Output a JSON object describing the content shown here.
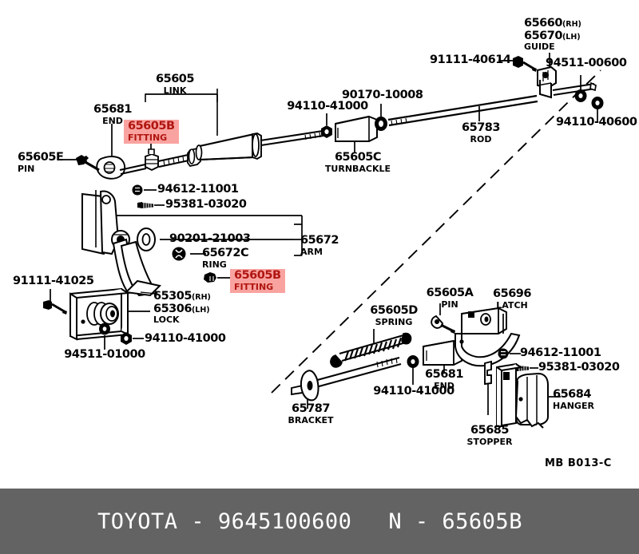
{
  "footer": {
    "brand_line": "TOYOTA - 9645100600",
    "part_line": "N - 65605B",
    "background_color": "#636363",
    "text_color": "#ffffff"
  },
  "diagram": {
    "sheet_code": "MB B013-C",
    "highlight_color": "#f9a3a0",
    "highlight_text_color": "#b01510",
    "callouts": [
      {
        "id": "c65605",
        "number": "65605",
        "name": "LINK",
        "hand": "",
        "highlighted": false
      },
      {
        "id": "c65681_top",
        "number": "65681",
        "name": "END",
        "hand": "",
        "highlighted": false
      },
      {
        "id": "c65605B_top",
        "number": "65605B",
        "name": "FITTING",
        "hand": "",
        "highlighted": true
      },
      {
        "id": "c65605E",
        "number": "65605E",
        "name": "PIN",
        "hand": "",
        "highlighted": false
      },
      {
        "id": "c94612a",
        "number": "94612-11001",
        "name": "",
        "hand": "",
        "highlighted": false
      },
      {
        "id": "c95381a",
        "number": "95381-03020",
        "name": "",
        "hand": "",
        "highlighted": false
      },
      {
        "id": "c90201",
        "number": "90201-21003",
        "name": "",
        "hand": "",
        "highlighted": false
      },
      {
        "id": "c65672C",
        "number": "65672C",
        "name": "RING",
        "hand": "",
        "highlighted": false
      },
      {
        "id": "c65672",
        "number": "65672",
        "name": "ARM",
        "hand": "",
        "highlighted": false
      },
      {
        "id": "c65605B_mid",
        "number": "65605B",
        "name": "FITTING",
        "hand": "",
        "highlighted": true
      },
      {
        "id": "c91111_41025",
        "number": "91111-41025",
        "name": "",
        "hand": "",
        "highlighted": false
      },
      {
        "id": "c65305",
        "number": "65305",
        "name": "",
        "hand": "(RH)",
        "highlighted": false
      },
      {
        "id": "c65306",
        "number": "65306",
        "name": "LOCK",
        "hand": "(LH)",
        "highlighted": false
      },
      {
        "id": "c94511_01000",
        "number": "94511-01000",
        "name": "",
        "hand": "",
        "highlighted": false
      },
      {
        "id": "c94110_41000b",
        "number": "94110-41000",
        "name": "",
        "hand": "",
        "highlighted": false
      },
      {
        "id": "c94110_41000a",
        "number": "94110-41000",
        "name": "",
        "hand": "",
        "highlighted": false
      },
      {
        "id": "c90170",
        "number": "90170-10008",
        "name": "",
        "hand": "",
        "highlighted": false
      },
      {
        "id": "c65605C",
        "number": "65605C",
        "name": "TURNBACKLE",
        "hand": "",
        "highlighted": false
      },
      {
        "id": "c91111_40614",
        "number": "91111-40614",
        "name": "",
        "hand": "",
        "highlighted": false
      },
      {
        "id": "c65660",
        "number": "65660",
        "name": "",
        "hand": "(RH)",
        "highlighted": false
      },
      {
        "id": "c65670",
        "number": "65670",
        "name": "GUIDE",
        "hand": "(LH)",
        "highlighted": false
      },
      {
        "id": "c94511_00600",
        "number": "94511-00600",
        "name": "",
        "hand": "",
        "highlighted": false
      },
      {
        "id": "c94110_40600",
        "number": "94110-40600",
        "name": "",
        "hand": "",
        "highlighted": false
      },
      {
        "id": "c65783",
        "number": "65783",
        "name": "ROD",
        "hand": "",
        "highlighted": false
      },
      {
        "id": "c65605D",
        "number": "65605D",
        "name": "SPRING",
        "hand": "",
        "highlighted": false
      },
      {
        "id": "c65605A",
        "number": "65605A",
        "name": "PIN",
        "hand": "",
        "highlighted": false
      },
      {
        "id": "c65696",
        "number": "65696",
        "name": "LATCH",
        "hand": "",
        "highlighted": false
      },
      {
        "id": "c94612b",
        "number": "94612-11001",
        "name": "",
        "hand": "",
        "highlighted": false
      },
      {
        "id": "c95381b",
        "number": "95381-03020",
        "name": "",
        "hand": "",
        "highlighted": false
      },
      {
        "id": "c65684",
        "number": "65684",
        "name": "HANGER",
        "hand": "",
        "highlighted": false
      },
      {
        "id": "c65685",
        "number": "65685",
        "name": "STOPPER",
        "hand": "",
        "highlighted": false
      },
      {
        "id": "c65787",
        "number": "65787",
        "name": "BRACKET",
        "hand": "",
        "highlighted": false
      },
      {
        "id": "c65681_bot",
        "number": "65681",
        "name": "END",
        "hand": "",
        "highlighted": false
      },
      {
        "id": "c94110_41000c",
        "number": "94110-41000",
        "name": "",
        "hand": "",
        "highlighted": false
      }
    ]
  }
}
